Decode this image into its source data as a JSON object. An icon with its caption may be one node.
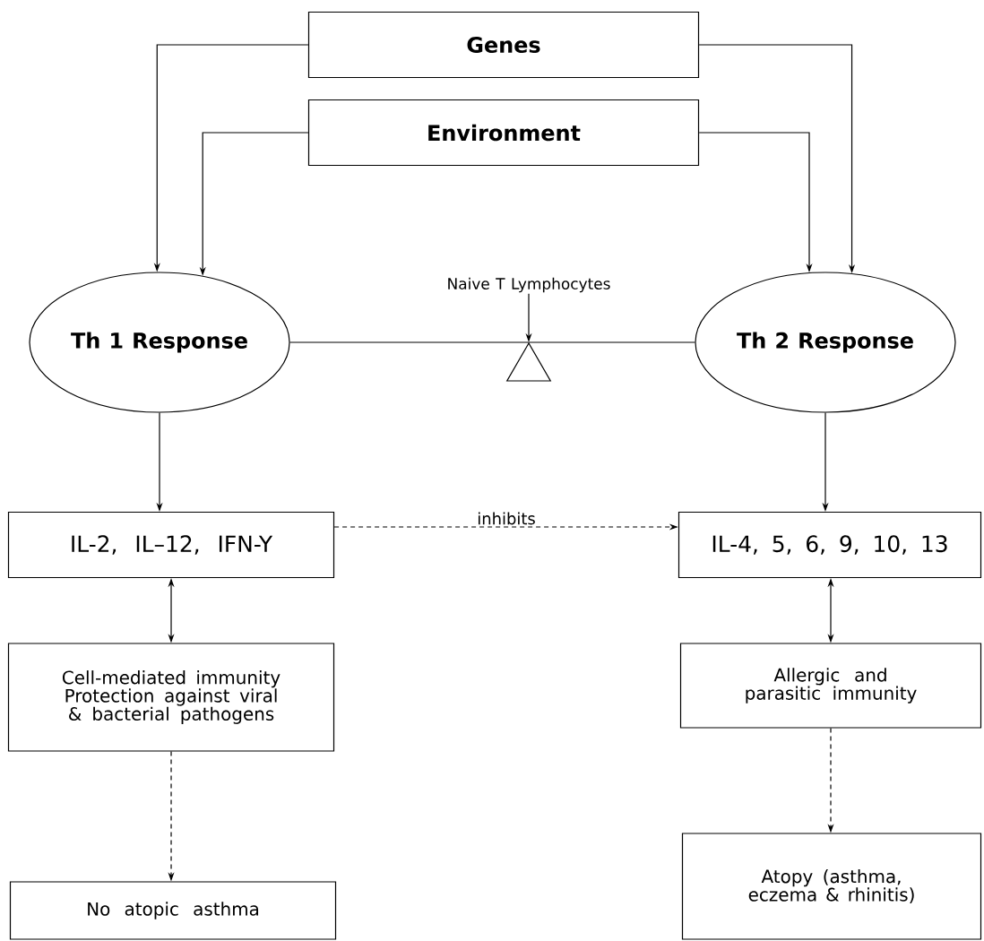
{
  "diagram": {
    "nodes": [
      {
        "text": [
          "Genes"
        ]
      },
      {
        "text": [
          "Environment"
        ]
      },
      {
        "text": [
          "Th 1 Response"
        ]
      },
      {
        "text": [
          "Th 2 Response"
        ]
      },
      {
        "text": [
          "Naive T Lymphocytes"
        ]
      },
      {
        "text": [],
        "shape": "triangle"
      },
      {
        "text": [
          "IL-2, IL–12, IFN-Y"
        ]
      },
      {
        "text": [
          "IL-4, 5, 6, 9, 10, 13"
        ]
      },
      {
        "text": [
          "Cell-mediated immunity Protection against viral & bacterial pathogens"
        ]
      },
      {
        "text": [
          "Allergic and parasitic immunity"
        ]
      },
      {
        "text": [
          "No atopic asthma"
        ]
      },
      {
        "text": [
          "Atopy (asthma, eczema & rhinitis)"
        ]
      }
    ],
    "edges": [
      {
        "from": 0,
        "to": 2,
        "arrow": "to"
      },
      {
        "from": 0,
        "to": 3,
        "arrow": "to"
      },
      {
        "from": 1,
        "to": 2,
        "arrow": "to"
      },
      {
        "from": 1,
        "to": 3,
        "arrow": "to"
      },
      {
        "from": 4,
        "to": 5,
        "arrow": "to"
      },
      {
        "from": 2,
        "to": 3,
        "arrow": "none"
      },
      {
        "from": 2,
        "to": 6,
        "arrow": "to"
      },
      {
        "from": 3,
        "to": 7,
        "arrow": "to"
      },
      {
        "from": 6,
        "to": 7,
        "arrow": "to",
        "style": "dashed",
        "label": "inhibits"
      },
      {
        "from": 6,
        "to": 8,
        "arrow": "both"
      },
      {
        "from": 7,
        "to": 9,
        "arrow": "both"
      },
      {
        "from": 8,
        "to": 10,
        "arrow": "to",
        "style": "dashed"
      },
      {
        "from": 9,
        "to": 11,
        "arrow": "to",
        "style": "dashed"
      }
    ]
  }
}
